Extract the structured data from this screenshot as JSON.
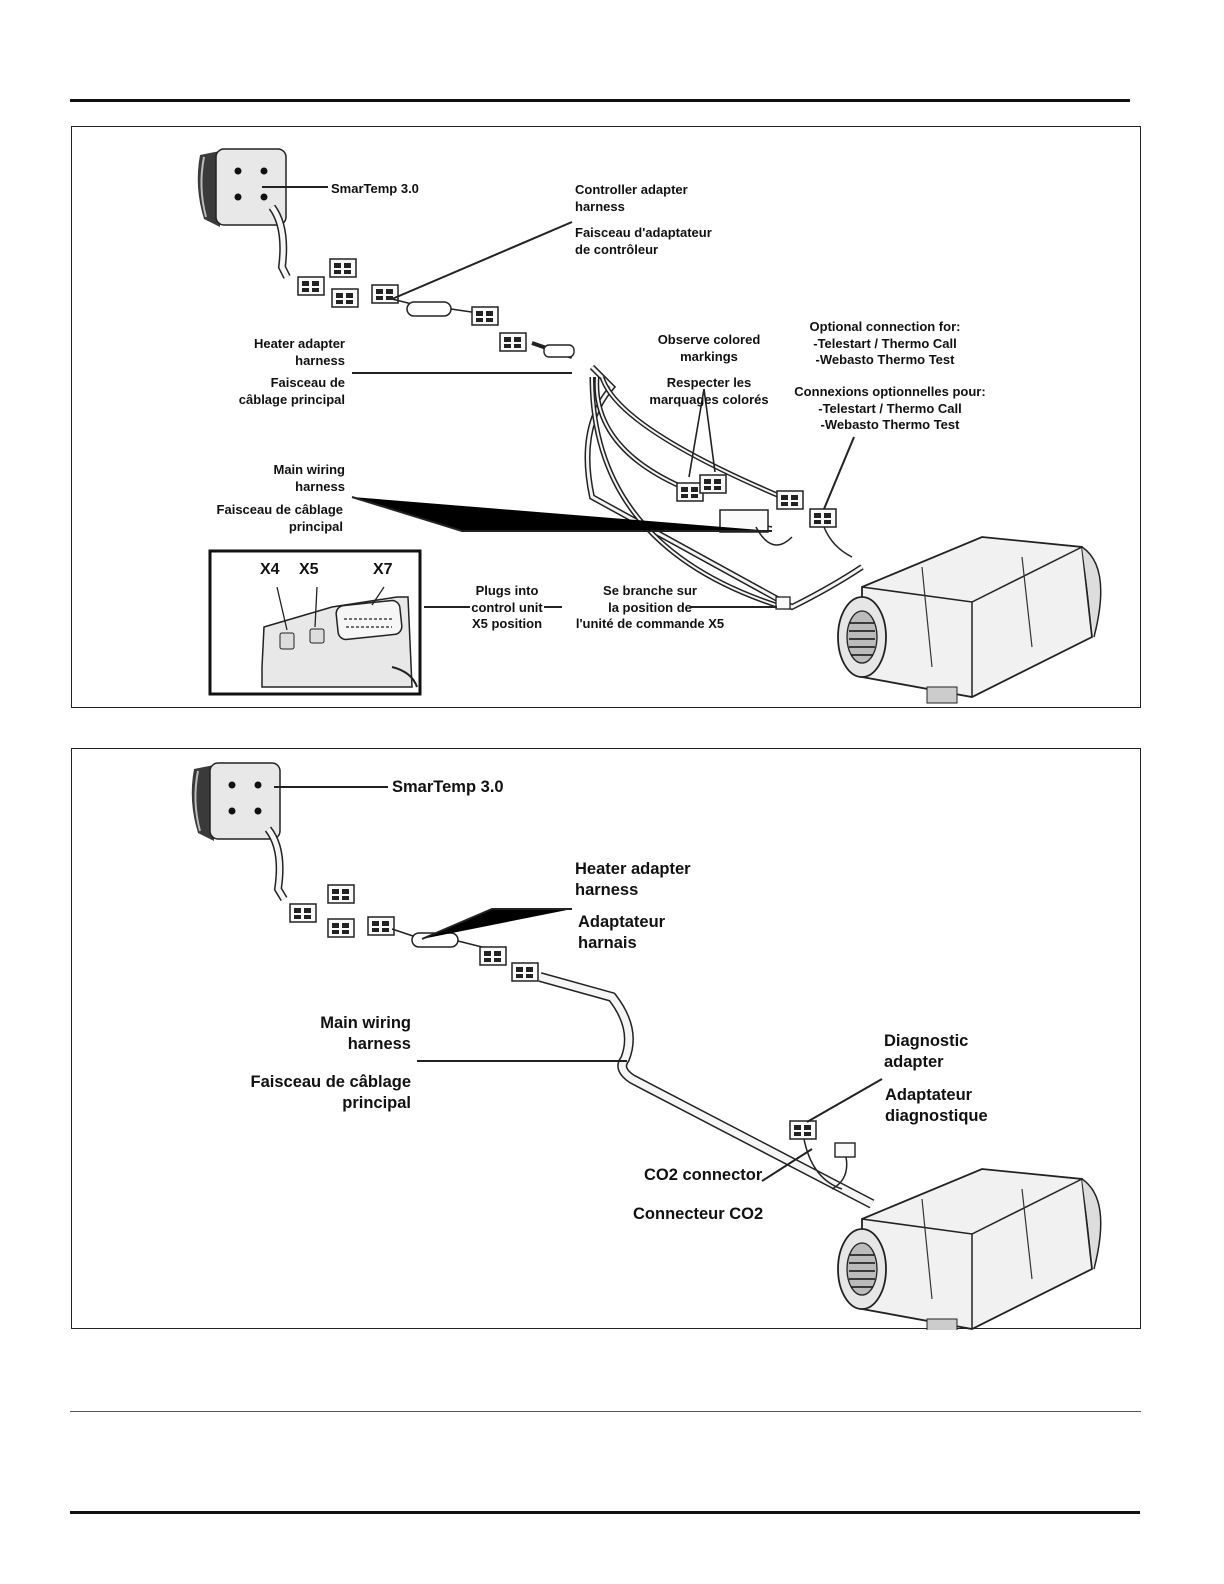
{
  "diagram_top": {
    "smartemp": "SmarTemp 3.0",
    "controller_adapter_en": [
      "Controller adapter",
      "harness"
    ],
    "controller_adapter_fr": [
      "Faisceau d'adaptateur",
      "de contrôleur"
    ],
    "heater_adapter_en": [
      "Heater adapter",
      "harness"
    ],
    "heater_adapter_fr": [
      "Faisceau de",
      "câblage principal"
    ],
    "observe_en": [
      "Observe colored",
      "markings"
    ],
    "observe_fr": [
      "Respecter les",
      "marquages colorés"
    ],
    "optional_en": [
      "Optional connection for:",
      "-Telestart / Thermo Call",
      "-Webasto Thermo Test"
    ],
    "optional_fr": [
      "Connexions optionnelles pour:",
      "-Telestart / Thermo Call",
      "-Webasto Thermo Test"
    ],
    "main_wiring_en": [
      "Main wiring",
      "harness"
    ],
    "main_wiring_fr": [
      "Faisceau de câblage",
      "principal"
    ],
    "plugs_en": [
      "Plugs into",
      "control unit",
      "X5 position"
    ],
    "plugs_fr": [
      "Se branche sur",
      "la position de",
      "l'unité de commande X5"
    ],
    "inset": {
      "x4": "X4",
      "x5": "X5",
      "x7": "X7"
    }
  },
  "diagram_bottom": {
    "smartemp": "SmarTemp 3.0",
    "heater_adapter_en": [
      "Heater adapter",
      "harness"
    ],
    "heater_adapter_fr": [
      "Adaptateur",
      "harnais"
    ],
    "main_wiring_en": [
      "Main wiring",
      "harness"
    ],
    "main_wiring_fr": [
      "Faisceau de câblage",
      "principal"
    ],
    "diagnostic_en": [
      "Diagnostic",
      "adapter"
    ],
    "diagnostic_fr": [
      "Adaptateur",
      "diagnostique"
    ],
    "co2_en": "CO2 connector",
    "co2_fr": "Connecteur CO2"
  }
}
